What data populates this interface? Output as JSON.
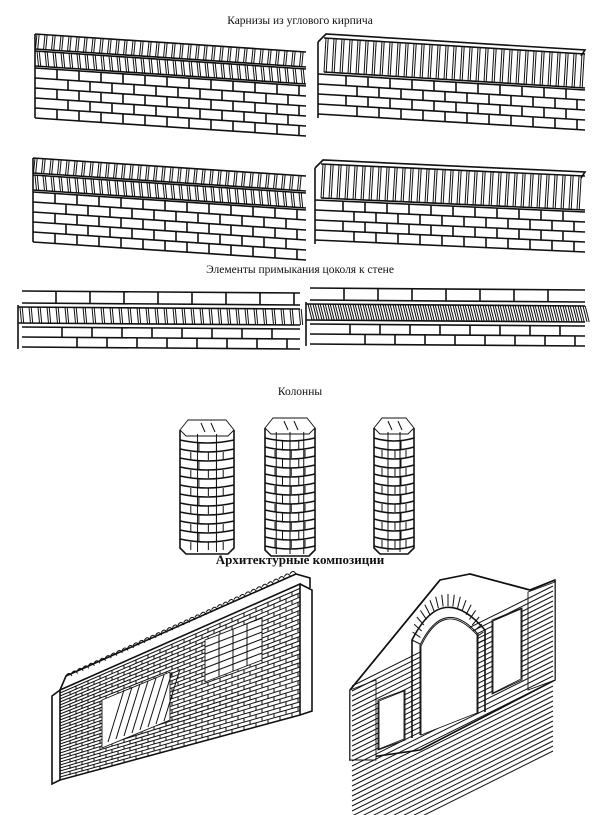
{
  "captions": {
    "cornices": "Карнизы из углового кирпича",
    "plinth": "Элементы примыкания цоколя к стене",
    "columns": "Колонны",
    "compositions": "Архитектурные композиции"
  },
  "icons": {
    "cornice_panels": "brick-cornice-drawing",
    "plinth_panels": "brick-plinth-junction-drawing",
    "columns": "brick-column-drawing",
    "compositions": "brick-wall-composition-drawing"
  }
}
